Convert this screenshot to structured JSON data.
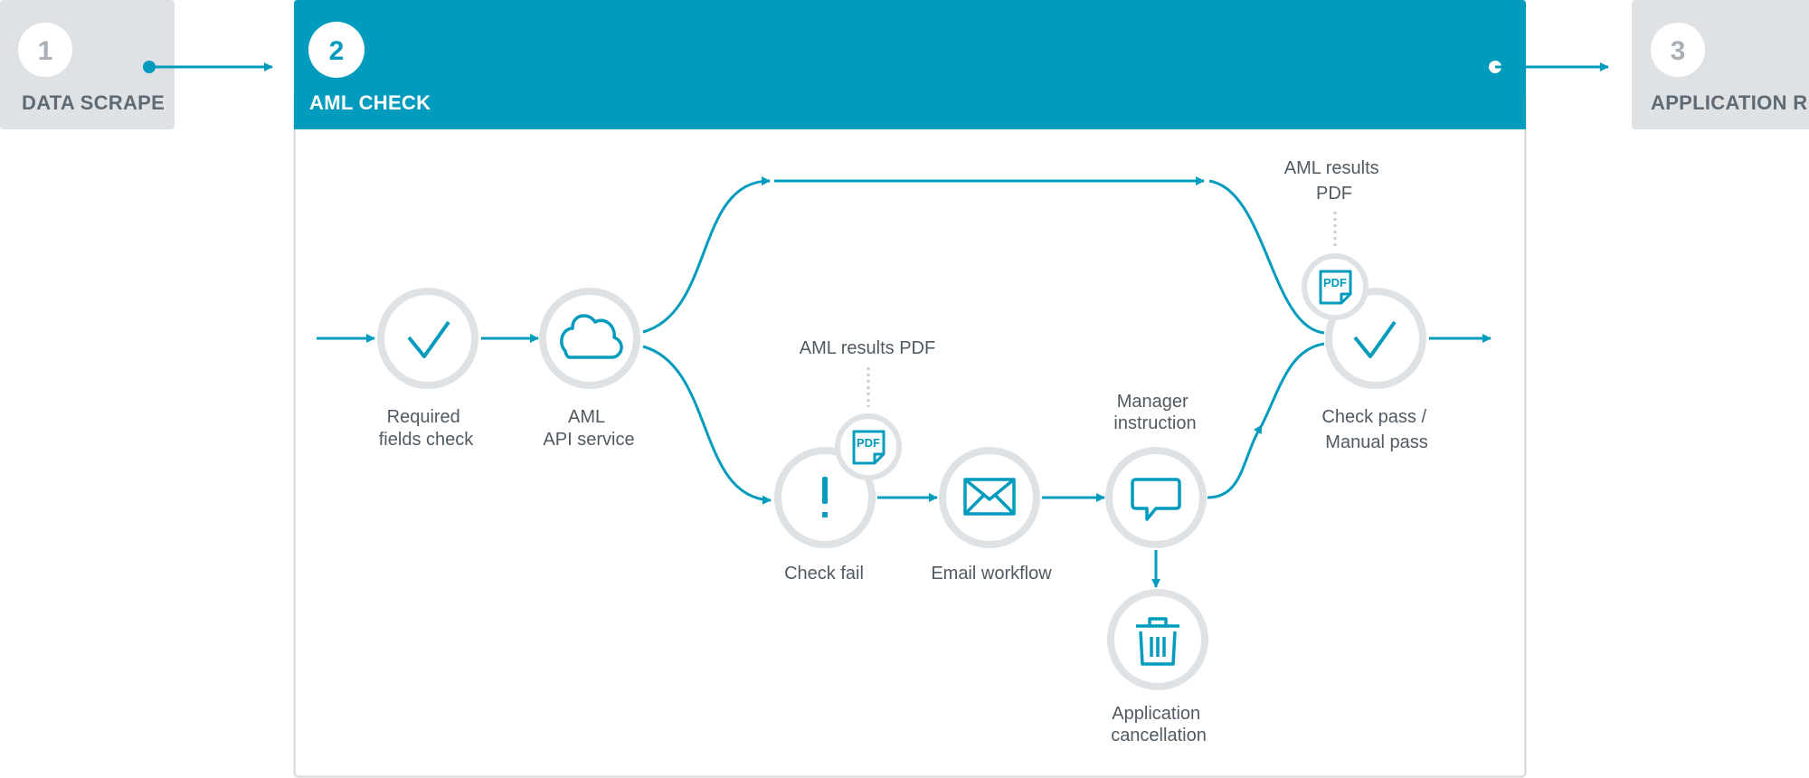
{
  "colors": {
    "accent": "#009bbd",
    "inactive_panel": "#dfe2e5",
    "inactive_text": "#5f6a73",
    "ring": "#dfe2e5",
    "label_text": "#505a63",
    "border": "#d4d7da"
  },
  "steps": [
    {
      "number": "1",
      "label": "DATA SCRAPE",
      "state": "inactive"
    },
    {
      "number": "2",
      "label": "AML CHECK",
      "state": "active"
    },
    {
      "number": "3",
      "label": "APPLICATION R",
      "state": "inactive"
    }
  ],
  "nodes": {
    "required": {
      "icon": "check-icon",
      "lines": [
        "Required",
        "fields check"
      ]
    },
    "aml_api": {
      "icon": "cloud-icon",
      "lines": [
        "AML",
        "API service"
      ]
    },
    "check_fail": {
      "icon": "exclamation-icon",
      "lines": [
        "Check fail"
      ]
    },
    "email": {
      "icon": "envelope-icon",
      "lines": [
        "Email workflow"
      ]
    },
    "manager": {
      "icon": "speech-bubble-icon",
      "lines": [
        "Manager",
        "instruction"
      ]
    },
    "cancel": {
      "icon": "trash-icon",
      "lines": [
        "Application",
        "cancellation"
      ]
    },
    "check_pass": {
      "icon": "check-icon",
      "lines": [
        "Check pass /",
        "Manual pass"
      ]
    }
  },
  "documents": {
    "fail_pdf": {
      "icon": "pdf-document-icon",
      "badge": "PDF",
      "lines": [
        "AML results PDF"
      ]
    },
    "pass_pdf": {
      "icon": "pdf-document-icon",
      "badge": "PDF",
      "lines": [
        "AML results",
        "PDF"
      ]
    }
  }
}
